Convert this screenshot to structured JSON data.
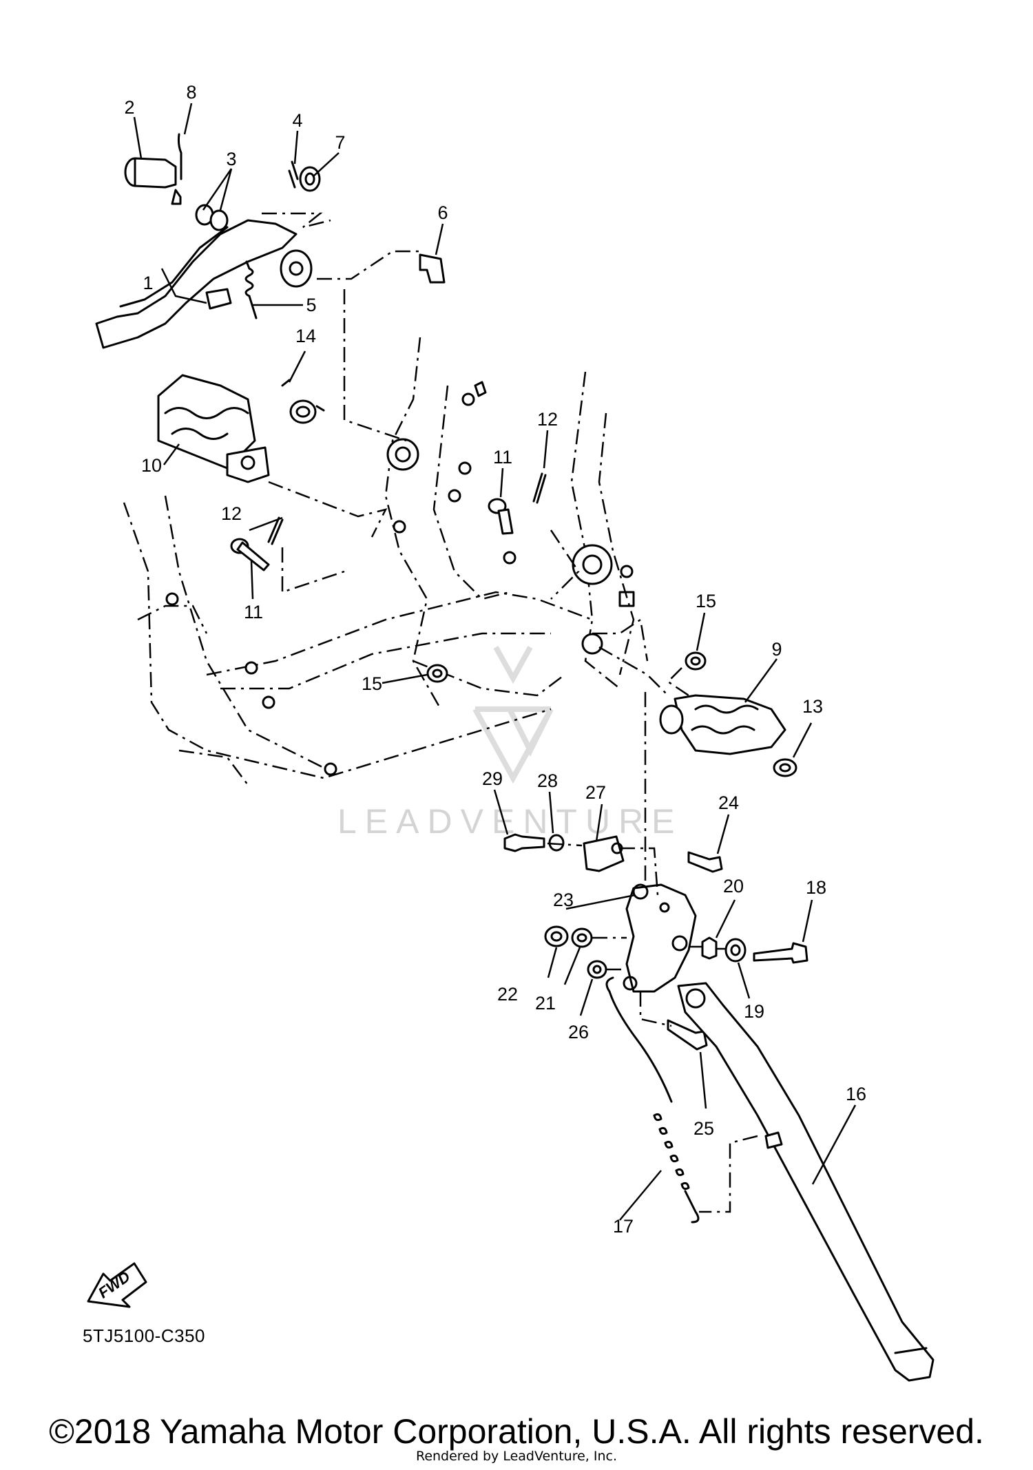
{
  "diagram": {
    "callouts": {
      "c1": "1",
      "c2": "2",
      "c3": "3",
      "c4": "4",
      "c5": "5",
      "c6": "6",
      "c7": "7",
      "c8": "8",
      "c9": "9",
      "c10": "10",
      "c11a": "11",
      "c11b": "11",
      "c12a": "12",
      "c12b": "12",
      "c13": "13",
      "c14": "14",
      "c15a": "15",
      "c15b": "15",
      "c16": "16",
      "c17": "17",
      "c18": "18",
      "c19": "19",
      "c20": "20",
      "c21": "21",
      "c22": "22",
      "c23": "23",
      "c24": "24",
      "c25": "25",
      "c26": "26",
      "c27": "27",
      "c28": "28",
      "c29": "29"
    },
    "fwd_label": "FWD",
    "watermark": "LEADVENTURE",
    "reference_code": "5TJ5100-C350"
  },
  "footer": {
    "copyright": "©2018 Yamaha Motor Corporation, U.S.A. All rights reserved.",
    "rendered_by": "Rendered by LeadVenture, Inc."
  }
}
